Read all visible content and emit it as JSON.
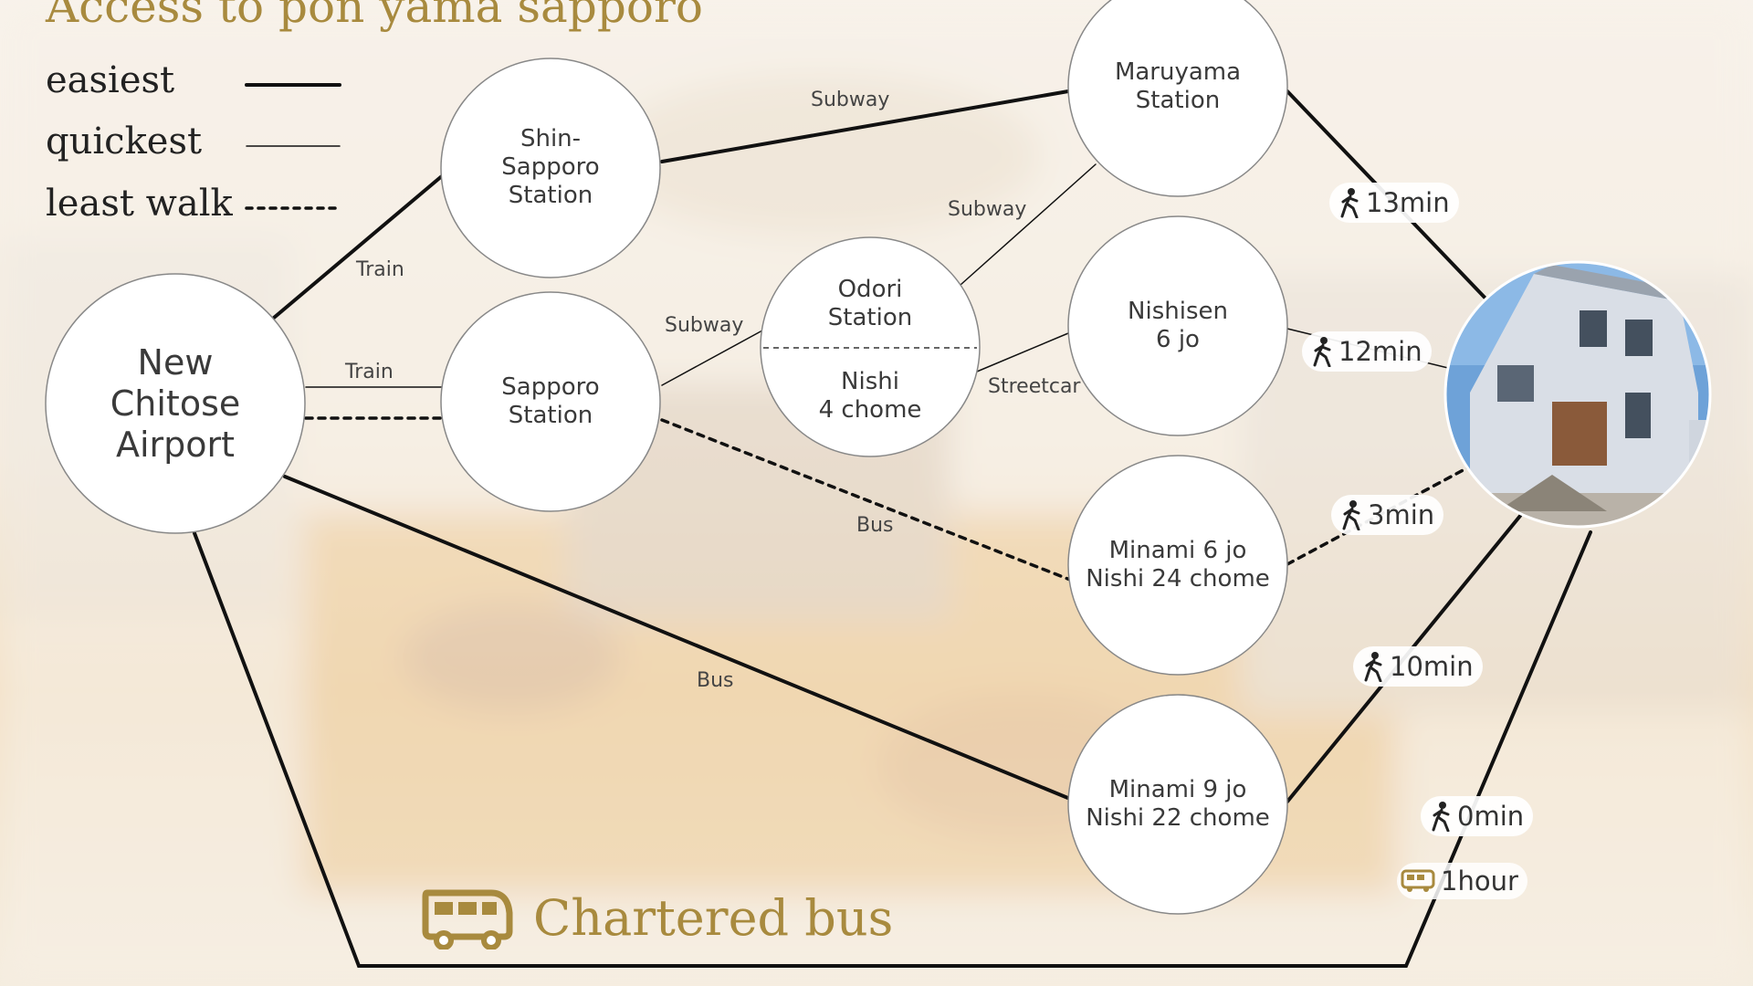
{
  "title": "Access to pon yama sapporo",
  "legend": [
    {
      "label": "easiest",
      "style": "thick"
    },
    {
      "label": "quickest",
      "style": "thin"
    },
    {
      "label": "least walk",
      "style": "dotted"
    }
  ],
  "nodes": {
    "airport": "New\nChitose\nAirport",
    "shin_sapporo": "Shin-\nSapporo\nStation",
    "sapporo": "Sapporo\nStation",
    "odori_top": "Odori\nStation",
    "odori_bottom": "Nishi\n4 chome",
    "maruyama": "Maruyama\nStation",
    "nishisen": "Nishisen\n6 jo",
    "minami6": "Minami 6 jo\nNishi 24 chome",
    "minami9": "Minami 9 jo\nNishi 22 chome"
  },
  "edge_labels": {
    "train_upper": "Train",
    "train_lower": "Train",
    "subway_top": "Subway",
    "subway_mid": "Subway",
    "subway_odori": "Subway",
    "streetcar": "Streetcar",
    "bus_dotted": "Bus",
    "bus_long": "Bus"
  },
  "walk_times": [
    "13min",
    "12min",
    "3min",
    "10min",
    "0min"
  ],
  "charter_time": "1hour",
  "chartered_label": "Chartered bus",
  "colors": {
    "accent_gold": "#a88a3e",
    "line": "#111111",
    "node_fill": "#ffffff"
  },
  "icons": {
    "walk": "person-walking-icon",
    "bus": "bus-icon"
  }
}
